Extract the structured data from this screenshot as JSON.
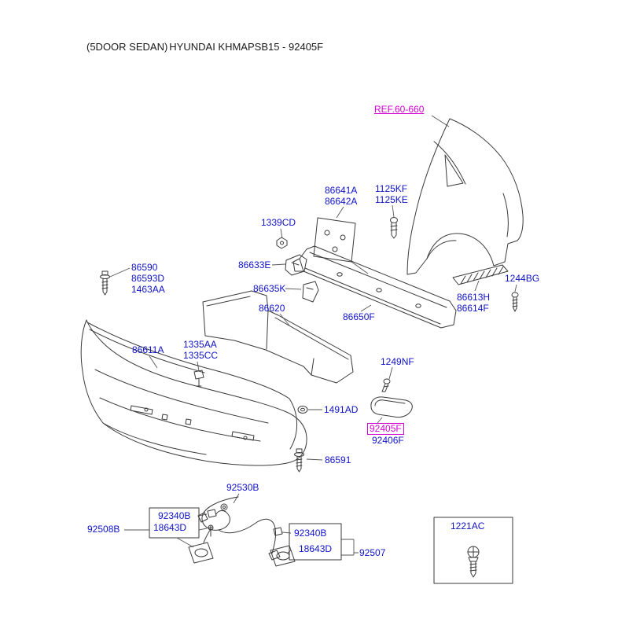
{
  "header": {
    "model": "(5DOOR SEDAN)",
    "title": "HYUNDAI KHMAPSB15 - 92405F"
  },
  "ref": {
    "label": "REF.60-660"
  },
  "highlight": {
    "text": "92405F"
  },
  "colors": {
    "label_blue": "#0f12c8",
    "highlight_magenta": "#d400d4",
    "line_gray": "#3a3a3a"
  },
  "labels": [
    {
      "text": "86641A"
    },
    {
      "text": "86642A"
    },
    {
      "text": "1125KF"
    },
    {
      "text": "1125KE"
    },
    {
      "text": "1339CD"
    },
    {
      "text": "86633E"
    },
    {
      "text": "86635K"
    },
    {
      "text": "86620"
    },
    {
      "text": "86650F"
    },
    {
      "text": "86590"
    },
    {
      "text": "86593D"
    },
    {
      "text": "1463AA"
    },
    {
      "text": "86611A"
    },
    {
      "text": "1335AA"
    },
    {
      "text": "1335CC"
    },
    {
      "text": "1491AD"
    },
    {
      "text": "1249NF"
    },
    {
      "text": "86613H"
    },
    {
      "text": "86614F"
    },
    {
      "text": "1244BG"
    },
    {
      "text": "92406F"
    },
    {
      "text": "86591"
    },
    {
      "text": "92530B"
    },
    {
      "text": "92340B"
    },
    {
      "text": "18643D"
    },
    {
      "text": "92508B"
    },
    {
      "text": "92340B"
    },
    {
      "text": "18643D"
    },
    {
      "text": "92507"
    },
    {
      "text": "1221AC"
    }
  ]
}
